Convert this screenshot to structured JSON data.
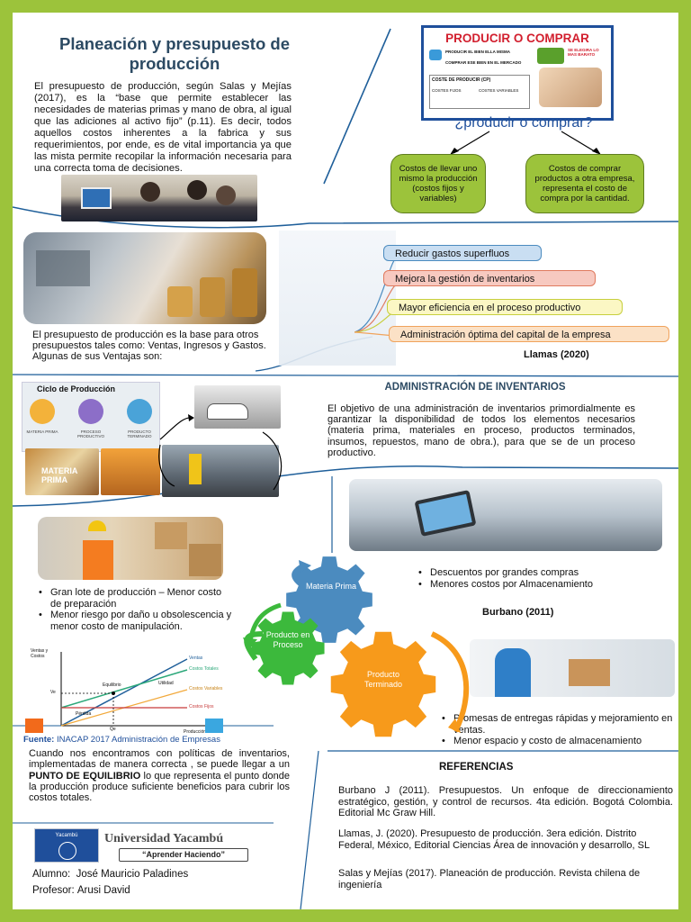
{
  "colors": {
    "background_green": "#9cc33b",
    "title_blue": "#2c4a63",
    "line_blue": "#1f5f9a",
    "gear_blue": "#4b8bbf",
    "gear_green": "#3cb93c",
    "gear_orange": "#f79a1b"
  },
  "header": {
    "title": "Planeación y presupuesto de producción",
    "intro": "El presupuesto de producción, según Salas y Mejías (2017), es la “base que permite establecer las necesidades de materias primas y mano de obra, al igual que las adiciones al activo fijo” (p.11). Es decir, todos aquellos costos inherentes a la fabrica y sus requerimientos, por ende, es de vital importancia ya que las mista permite recopilar la información necesaria para una correcta toma de decisiones."
  },
  "make_or_buy": {
    "banner": "PRODUCIR O COMPRAR",
    "banner_line1": "PRODUCIR EL BIEN ELLA MISMA",
    "banner_line2": "COMPRAR ESE BIEN EN EL MERCADO",
    "banner_box": "COSTE DE PRODUCIR (CP)",
    "banner_fixed": "COSTES FIJOS",
    "banner_variable": "COSTES VARIABLES",
    "banner_right": "SE ELEGIRA LO MAS BARATO",
    "question": "¿producir o comprar?",
    "option_make": "Costos de llevar uno mismo la producción (costos fijos y variables)",
    "option_buy": "Costos de comprar productos a otra empresa, representa el costo de compra por la cantidad."
  },
  "advantages": {
    "text": "El presupuesto de producción es la base para otros presupuestos tales como: Ventas, Ingresos y Gastos. Algunas de sus Ventajas son:",
    "items": [
      "Reducir gastos superfluos",
      "Mejora la gestión de inventarios",
      "Mayor eficiencia en el proceso productivo",
      "Administración óptima del capital de la empresa"
    ],
    "citation": "Llamas (2020)"
  },
  "cycle_image": {
    "title": "Ciclo de Producción",
    "labels": [
      "MATERIA PRIMA",
      "PROCESO PRODUCTIVO",
      "PRODUCTO TERMINADO"
    ],
    "overlay": "MATERIA PRIMA"
  },
  "inventory": {
    "heading": "ADMINISTRACIÓN DE INVENTARIOS",
    "text": "El objetivo de una administración de inventarios primordialmente es garantizar la disponibilidad de todos los elementos necesarios (materia prima, materiales en proceso, productos terminados, insumos, repuestos, mano de obra.), para que se de un proceso productivo.",
    "bullets_left": [
      "Gran lote de producción – Menor costo de preparación",
      "Menor riesgo por daño u obsolescencia y menor costo de manipulación."
    ],
    "bullets_right_top": [
      "Descuentos por grandes compras",
      "Menores costos por Almacenamiento"
    ],
    "citation": "Burbano (2011)",
    "bullets_right_bottom": [
      "Promesas de entregas rápidas y mejoramiento en ventas.",
      "Menor espacio y costo de almacenamiento"
    ]
  },
  "gears": {
    "materia": "Materia Prima",
    "proceso": "Producto en Proceso",
    "terminado": "Producto Terminado"
  },
  "break_even": {
    "y_label": "Ventas y Costos",
    "x_label": "Producción",
    "ventas": "Ventas",
    "costos_totales": "Costos Totales",
    "costos_variables": "Costos Variables",
    "costos_fijos": "Costos Fijos",
    "equilibrio": "Equilibrio",
    "utilidad": "Utilidad",
    "perdida": "Pérdida",
    "ve": "Ve",
    "qe": "Qe",
    "source_label": "Fuente:",
    "source": "INACAP 2017 Administración de Empresas",
    "text_a": "Cuando nos encontramos con políticas de inventarios, implementadas de manera correcta , se puede llegar a un ",
    "text_bold": "PUNTO DE EQUILIBRIO",
    "text_b": " lo que representa el punto donde la producción produce suficiente beneficios para cubrir los costos totales."
  },
  "logo": {
    "name": "Universidad Yacambú",
    "slogan": "“Aprender Haciendo”",
    "seal": "Yacambú"
  },
  "footer": {
    "student_label": "Alumno:",
    "student": "José Mauricio Paladines",
    "professor_label": "Profesor:",
    "professor": "Arusi David"
  },
  "references": {
    "heading": "REFERENCIAS",
    "items": [
      "Burbano J (2011). Presupuestos. Un enfoque de direccionamiento estratégico, gestión, y control de recursos. 4ta edición. Bogotá Colombia. Editorial Mc Graw Hill.",
      "Llamas, J. (2020). Presupuesto de producción. 3era edición. Distrito Federal, México, Editorial Ciencias Área de innovación y desarrollo, SL",
      "Salas y Mejías (2017). Planeación de producción. Revista chilena de ingeniería"
    ]
  }
}
